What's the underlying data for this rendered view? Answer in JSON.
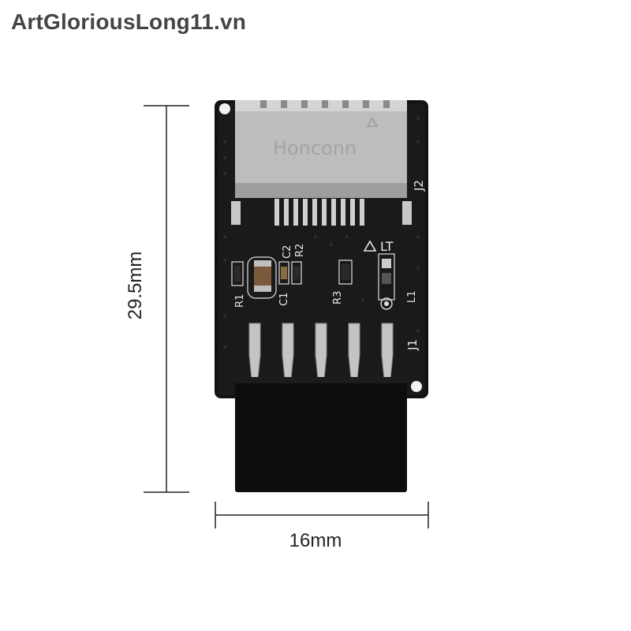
{
  "watermark": "ArtGloriousLong11.vn",
  "dimensions": {
    "height_label": "29.5mm",
    "width_label": "16mm"
  },
  "board": {
    "connector_brand": "Honconn",
    "silkscreen": {
      "j2": "J2",
      "j1": "J1",
      "lt": "LT",
      "l1": "L1",
      "r1": "R1",
      "c1": "C1",
      "c2": "C2",
      "r2": "R2",
      "r3": "R3"
    }
  },
  "colors": {
    "pcb": "#121212",
    "metal": "#bdbdbd",
    "header": "#0d0d0d"
  }
}
